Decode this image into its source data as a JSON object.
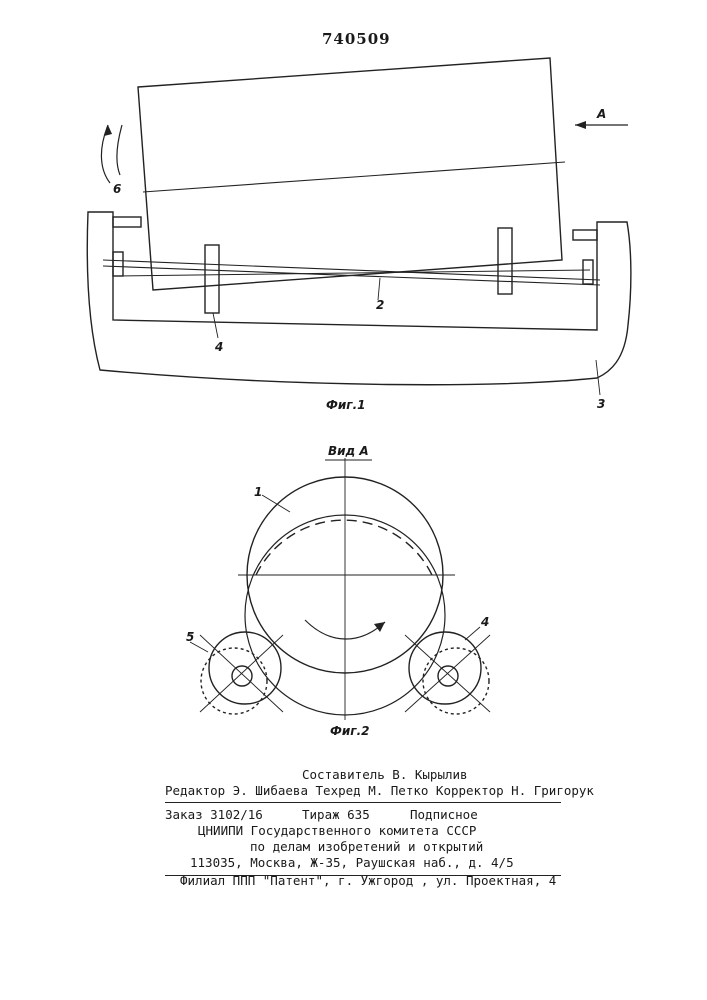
{
  "patent_number": "740509",
  "figure1": {
    "caption": "Фиг.1",
    "arrow_label": "A",
    "labels": {
      "l6": "6",
      "l2": "2",
      "l4": "4",
      "l3": "3"
    }
  },
  "figure2": {
    "caption": "Фиг.2",
    "view_label": "Вид А",
    "labels": {
      "l1": "1",
      "l5": "5",
      "l4": "4"
    }
  },
  "imprint": {
    "compiler": "Составитель В. Кырылив",
    "editors": "Редактор Э. Шибаева Техред М. Петко Корректор Н. Григорук",
    "order": "Заказ 3102/16",
    "circulation": "Тираж 635",
    "subscription": "Подписное",
    "org_line1": "ЦНИИПИ Государственного комитета СССР",
    "org_line2": "по делам изобретений и открытий",
    "address": "113035, Москва, Ж-35, Раушская наб., д. 4/5",
    "branch": "Филиал ППП \"Патент\", г. Ужгород , ул. Проектная, 4"
  }
}
